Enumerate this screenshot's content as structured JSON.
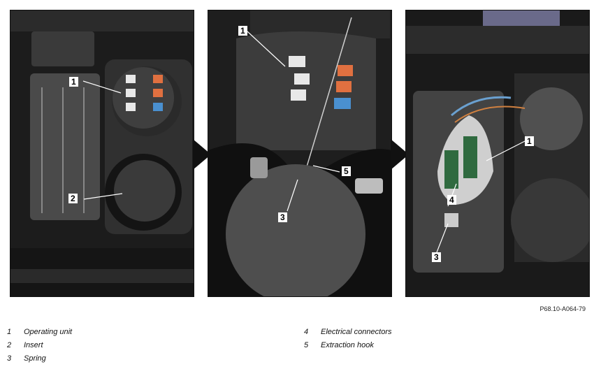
{
  "figure": {
    "reference_code": "P68.10-A064-79",
    "panels": [
      {
        "callouts": [
          "1",
          "2"
        ]
      },
      {
        "callouts": [
          "1",
          "5",
          "3"
        ]
      },
      {
        "callouts": [
          "1",
          "4",
          "3"
        ]
      }
    ]
  },
  "legend": {
    "left": [
      {
        "num": "1",
        "text": "Operating unit"
      },
      {
        "num": "2",
        "text": "Insert"
      },
      {
        "num": "3",
        "text": "Spring"
      }
    ],
    "right": [
      {
        "num": "4",
        "text": "Electrical connectors"
      },
      {
        "num": "5",
        "text": "Extraction hook"
      }
    ]
  },
  "colors": {
    "callout_line": "#ffffff",
    "button_orange": "#e07040",
    "button_blue": "#4a90d0",
    "button_white": "#e8e8e8"
  }
}
